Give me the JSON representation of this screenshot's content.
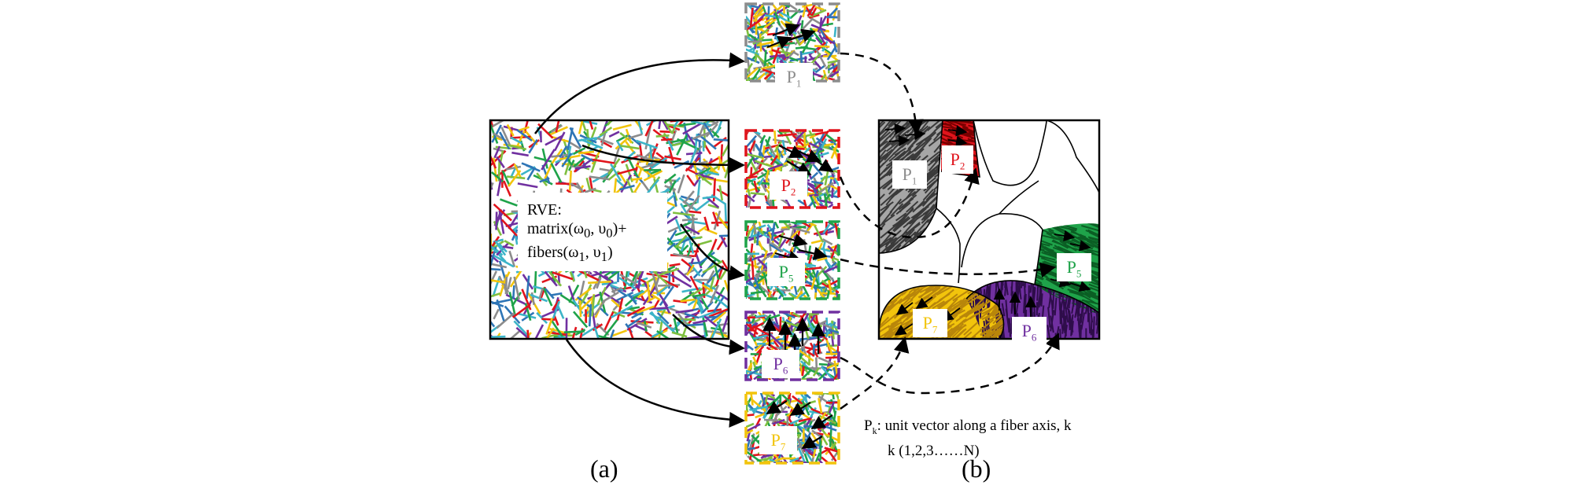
{
  "rve": {
    "line1": "RVE:",
    "line2_pre": "matrix(ω",
    "line2_sub1": "0",
    "line2_mid": ", υ",
    "line2_sub2": "0",
    "line2_post": ")+",
    "line3_pre": "fibers(ω",
    "line3_sub1": "1",
    "line3_mid": ", υ",
    "line3_sub2": "1",
    "line3_post": ")"
  },
  "panels": [
    {
      "id": "P1",
      "letter": "P",
      "index": "1",
      "color": "#8c8c8c"
    },
    {
      "id": "P2",
      "letter": "P",
      "index": "2",
      "color": "#e0141c"
    },
    {
      "id": "P5",
      "letter": "P",
      "index": "5",
      "color": "#1fa34a"
    },
    {
      "id": "P6",
      "letter": "P",
      "index": "6",
      "color": "#7030a0"
    },
    {
      "id": "P7",
      "letter": "P",
      "index": "7",
      "color": "#f2c40c"
    }
  ],
  "regions": [
    {
      "id": "P1",
      "letter": "P",
      "index": "1",
      "color": "#8c8c8c"
    },
    {
      "id": "P2",
      "letter": "P",
      "index": "2",
      "color": "#e0141c"
    },
    {
      "id": "P5",
      "letter": "P",
      "index": "5",
      "color": "#1fa34a"
    },
    {
      "id": "P6",
      "letter": "P",
      "index": "6",
      "color": "#7030a0"
    },
    {
      "id": "P7",
      "letter": "P",
      "index": "7",
      "color": "#f2c40c"
    }
  ],
  "legend": {
    "letter": "P",
    "sub": "k",
    "text": ": unit vector along a fiber axis, k",
    "line2": "k (1,2,3……N)"
  },
  "captions": {
    "a": "(a)",
    "b": "(b)"
  },
  "fiber_colors": [
    "#8c8c8c",
    "#e0141c",
    "#1fa34a",
    "#7030a0",
    "#f2c40c",
    "#2e75b6",
    "#7fbf3f",
    "#3cb4c8"
  ]
}
